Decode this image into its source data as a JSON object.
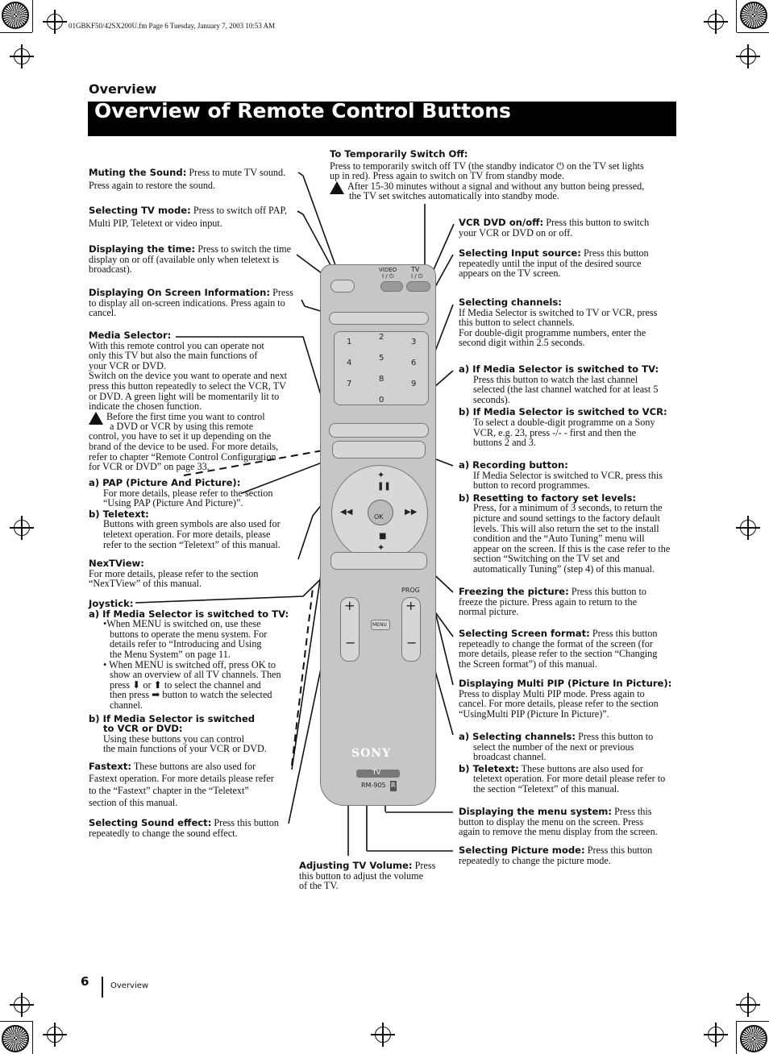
{
  "file_header": "01GBKF50/42SX200U.fm  Page 6  Tuesday, January 7, 2003  10:53 AM",
  "section": "Overview",
  "title": "Overview of Remote Control Buttons",
  "footer": {
    "page_number": "6",
    "label": "Overview"
  },
  "left": {
    "muting": {
      "head": "Muting the Sound:",
      "text": " Press to mute TV sound.",
      "text2": "Press again to restore the sound."
    },
    "tv_mode": {
      "head": "Selecting TV mode:",
      "text": " Press to switch off PAP,",
      "text2": "Multi PIP, Teletext or video input."
    },
    "time": {
      "head": "Displaying the time:",
      "text": " Press to switch the time",
      "text2": "display on or off (available only when teletext is",
      "text3": "broadcast)."
    },
    "osd": {
      "head": "Displaying On Screen Information:",
      "text": " Press",
      "text2": "to display all on-screen indications. Press again to",
      "text3": "cancel."
    },
    "media": {
      "head": "Media Selector:",
      "l1": "With this remote control you can operate not",
      "l2": "only this TV but also the main functions of",
      "l3": "your VCR or DVD.",
      "l4": "Switch on the device you want to operate and next",
      "l5": "press this button repeatedly to select the VCR, TV",
      "l6": "or  DVD. A green light will be momentarily lit to",
      "l7": "indicate the chosen function.",
      "w1": "Before the first time you want to control",
      "w2": "a DVD or VCR by using this remote",
      "w3": "control, you have to set it up depending on the",
      "w4": "brand of the device to be used. For more details,",
      "w5": "refer to chapter “Remote Control Configuration",
      "w6": "for VCR or DVD” on page 33."
    },
    "pap": {
      "head": "a) PAP (Picture And Picture):",
      "l1": "For more details, please refer to the section",
      "l2": "“Using PAP (Picture And Picture)”."
    },
    "teletext": {
      "head": "b) Teletext:",
      "l1": "Buttons with green symbols are also used for",
      "l2": "teletext operation. For more details, please",
      "l3": "refer to the section “Teletext” of this manual."
    },
    "nextview": {
      "head": "NexTView:",
      "l1": "For more details, please refer to the section",
      "l2": "“NexTView” of this manual."
    },
    "joystick": {
      "head": "Joystick:",
      "sub_a": "a) If Media Selector is switched to TV:",
      "b1l1": "•When MENU is switched on, use these",
      "b1l2": "buttons to operate the menu system. For",
      "b1l3": "details refer to “Introducing and Using",
      "b1l4": "the Menu System” on page 11.",
      "b2l1": "• When MENU is switched off, press OK to",
      "b2l2": "show an overview of all TV channels. Then",
      "b2l3a": "press",
      "b2l3b": "or",
      "b2l3c": "to select the channel and",
      "b2l4a": "then press",
      "b2l4b": "button to watch the selected",
      "b2l5": "channel.",
      "sub_b1": "b) If Media Selector is switched",
      "sub_b2": "to VCR or DVD:",
      "bl1": "Using these buttons you can control",
      "bl2": "the main functions of your VCR or DVD."
    },
    "fastext": {
      "head": "Fastext:",
      "text": " These buttons are also used for",
      "l2": "Fastext operation. For more details please refer",
      "l3": "to the “Fastext” chapter in the “Teletext”",
      "l4": "section of this manual."
    },
    "sound": {
      "head": "Selecting Sound effect:",
      "text": " Press this button",
      "l2": "repeatedly to change the sound effect."
    }
  },
  "center": {
    "switch_off": {
      "head": "To Temporarily Switch Off:",
      "l1a": "Press to temporarily switch off TV (the standby indicator",
      "l1b": "on the TV set lights",
      "l2": "up in red). Press again to switch on TV from standby mode.",
      "w1": "After 15-30 minutes without a signal and without any button being pressed,",
      "w2": "the TV set switches automatically into standby mode."
    },
    "volume": {
      "head": "Adjusting TV Volume:",
      "text": " Press",
      "l2": "this button to adjust the volume",
      "l3": "of the TV."
    }
  },
  "right": {
    "vcr_dvd": {
      "head": "VCR DVD on/off:",
      "text": " Press this button to switch",
      "l2": "your VCR or DVD on or off."
    },
    "input": {
      "head": "Selecting Input source:",
      "text": " Press this button",
      "l2": "repeatedly until the input of the desired source",
      "l3": "appears on the TV screen."
    },
    "channels": {
      "head": "Selecting channels:",
      "l1": "If Media Selector is switched to TV or VCR, press",
      "l2": "this button to select channels.",
      "l3": "For double-digit programme numbers, enter the",
      "l4": "second digit within 2.5 seconds."
    },
    "sel_tv": {
      "head": "a) If Media Selector is switched to TV:",
      "l1": "Press this button to watch the last channel",
      "l2": "selected (the last channel watched for at least 5",
      "l3": "seconds)."
    },
    "sel_vcr": {
      "head": "b) If Media Selector is switched to VCR:",
      "l1": "To select a double-digit programme on a Sony",
      "l2": "VCR, e.g. 23, press -/- - first and then the",
      "l3": "buttons 2 and 3."
    },
    "recording": {
      "head": "a) Recording button:",
      "l1": "If Media Selector is switched to VCR, press this",
      "l2": "button to record programmes."
    },
    "reset": {
      "head": "b) Resetting to factory set levels:",
      "l1": "Press, for a minimum of 3 seconds, to return the",
      "l2": "picture and sound settings to the factory default",
      "l3": "levels. This will also return the set to the install",
      "l4": "condition and the “Auto Tuning” menu will",
      "l5": "appear on the screen. If this is the case refer to the",
      "l6": "section “Switching on the TV set and",
      "l7": "automatically Tuning” (step 4) of this manual."
    },
    "freeze": {
      "head": "Freezing the picture:",
      "text": " Press this button to",
      "l2": "freeze the picture. Press again to return to the",
      "l3": "normal picture."
    },
    "format": {
      "head": "Selecting Screen format:",
      "text": " Press this button",
      "l2": "repeteadly to change the format of the screen (for",
      "l3": "more details, please refer to the section “Changing",
      "l4": "the Screen format”) of this manual."
    },
    "multipip": {
      "head": "Displaying Multi PIP (Picture In Picture):",
      "l1": "Press to display Multi PIP mode. Press again to",
      "l2": "cancel. For more details, please refer to the section",
      "l3": "“UsingMulti PIP (Picture In Picture)”."
    },
    "sel_ch2": {
      "head": "a) Selecting channels:",
      "text": " Press this button to",
      "l2": "select the number of the next or previous",
      "l3": "broadcast channel."
    },
    "teletext2": {
      "head": "b) Teletext:",
      "text": " These buttons are also used for",
      "l2": "teletext operation. For more detail please refer to",
      "l3": "the section “Teletext” of this manual."
    },
    "menu": {
      "head": "Displaying the menu system:",
      "text": " Press this",
      "l2": "button to display the menu on the screen. Press",
      "l3": "again to remove the menu display from the screen."
    },
    "picture": {
      "head": "Selecting Picture mode:",
      "text": " Press this button",
      "l2": "repeatedly to change the picture mode."
    }
  },
  "remote": {
    "video_label": "VIDEO",
    "tv_label": "TV",
    "power_glyph": "I / ⏻",
    "digits": [
      "1",
      "2",
      "3",
      "4",
      "5",
      "6",
      "7",
      "8",
      "9",
      "0"
    ],
    "ok_label": "OK",
    "prog_label": "PROG",
    "menu_label": "MENU",
    "brand": "SONY",
    "model_mode": "TV",
    "model": "RM-905",
    "model_badge": "R"
  }
}
